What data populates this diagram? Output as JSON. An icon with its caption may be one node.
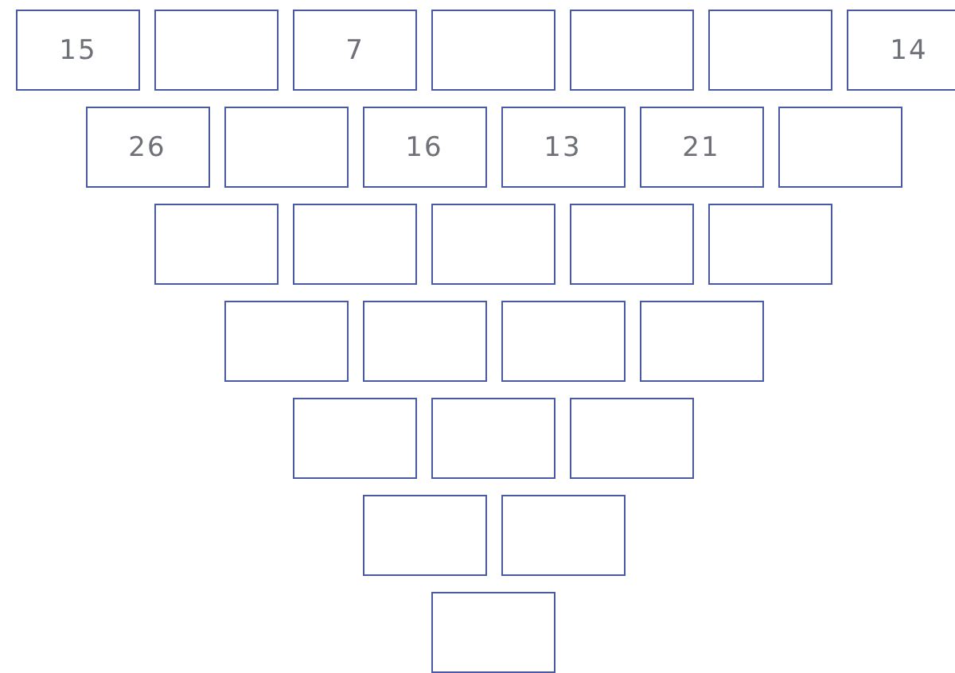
{
  "diagram": {
    "nodes": [
      {
        "text": [
          "15"
        ]
      },
      {
        "text": [],
        "shape": "box"
      },
      {
        "text": [
          "7"
        ]
      },
      {
        "text": [],
        "shape": "box"
      },
      {
        "text": [],
        "shape": "box"
      },
      {
        "text": [],
        "shape": "box"
      },
      {
        "text": [
          "14"
        ]
      },
      {
        "text": [
          "26"
        ]
      },
      {
        "text": [],
        "shape": "box"
      },
      {
        "text": [
          "16"
        ]
      },
      {
        "text": [
          "13"
        ]
      },
      {
        "text": [
          "21"
        ]
      },
      {
        "text": [],
        "shape": "box"
      },
      {
        "text": [],
        "shape": "box"
      },
      {
        "text": [],
        "shape": "box"
      },
      {
        "text": [],
        "shape": "box"
      },
      {
        "text": [],
        "shape": "box"
      },
      {
        "text": [],
        "shape": "box"
      },
      {
        "text": [],
        "shape": "box"
      },
      {
        "text": [],
        "shape": "box"
      },
      {
        "text": [],
        "shape": "box"
      },
      {
        "text": [],
        "shape": "box"
      },
      {
        "text": [],
        "shape": "box"
      },
      {
        "text": [],
        "shape": "box"
      },
      {
        "text": [],
        "shape": "box"
      },
      {
        "text": [],
        "shape": "box"
      },
      {
        "text": [],
        "shape": "box"
      },
      {
        "text": [],
        "shape": "box"
      }
    ]
  }
}
